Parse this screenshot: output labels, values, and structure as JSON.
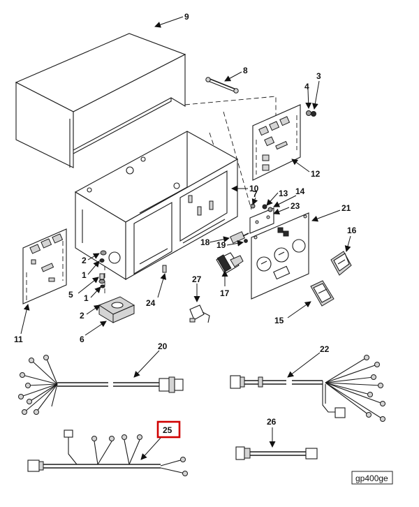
{
  "figure": {
    "figure_id": "gp400ge",
    "highlighted_callout": "25"
  },
  "callouts": {
    "c1a": "1",
    "c1b": "1",
    "c2a": "2",
    "c2b": "2",
    "c3": "3",
    "c4": "4",
    "c5": "5",
    "c6": "6",
    "c7": "7",
    "c8": "8",
    "c9": "9",
    "c10": "10",
    "c11": "11",
    "c12": "12",
    "c13": "13",
    "c14": "14",
    "c15": "15",
    "c16": "16",
    "c17": "17",
    "c18": "18",
    "c19": "19",
    "c20": "20",
    "c21": "21",
    "c22": "22",
    "c23": "23",
    "c24": "24",
    "c25": "25",
    "c26": "26",
    "c27": "27"
  }
}
